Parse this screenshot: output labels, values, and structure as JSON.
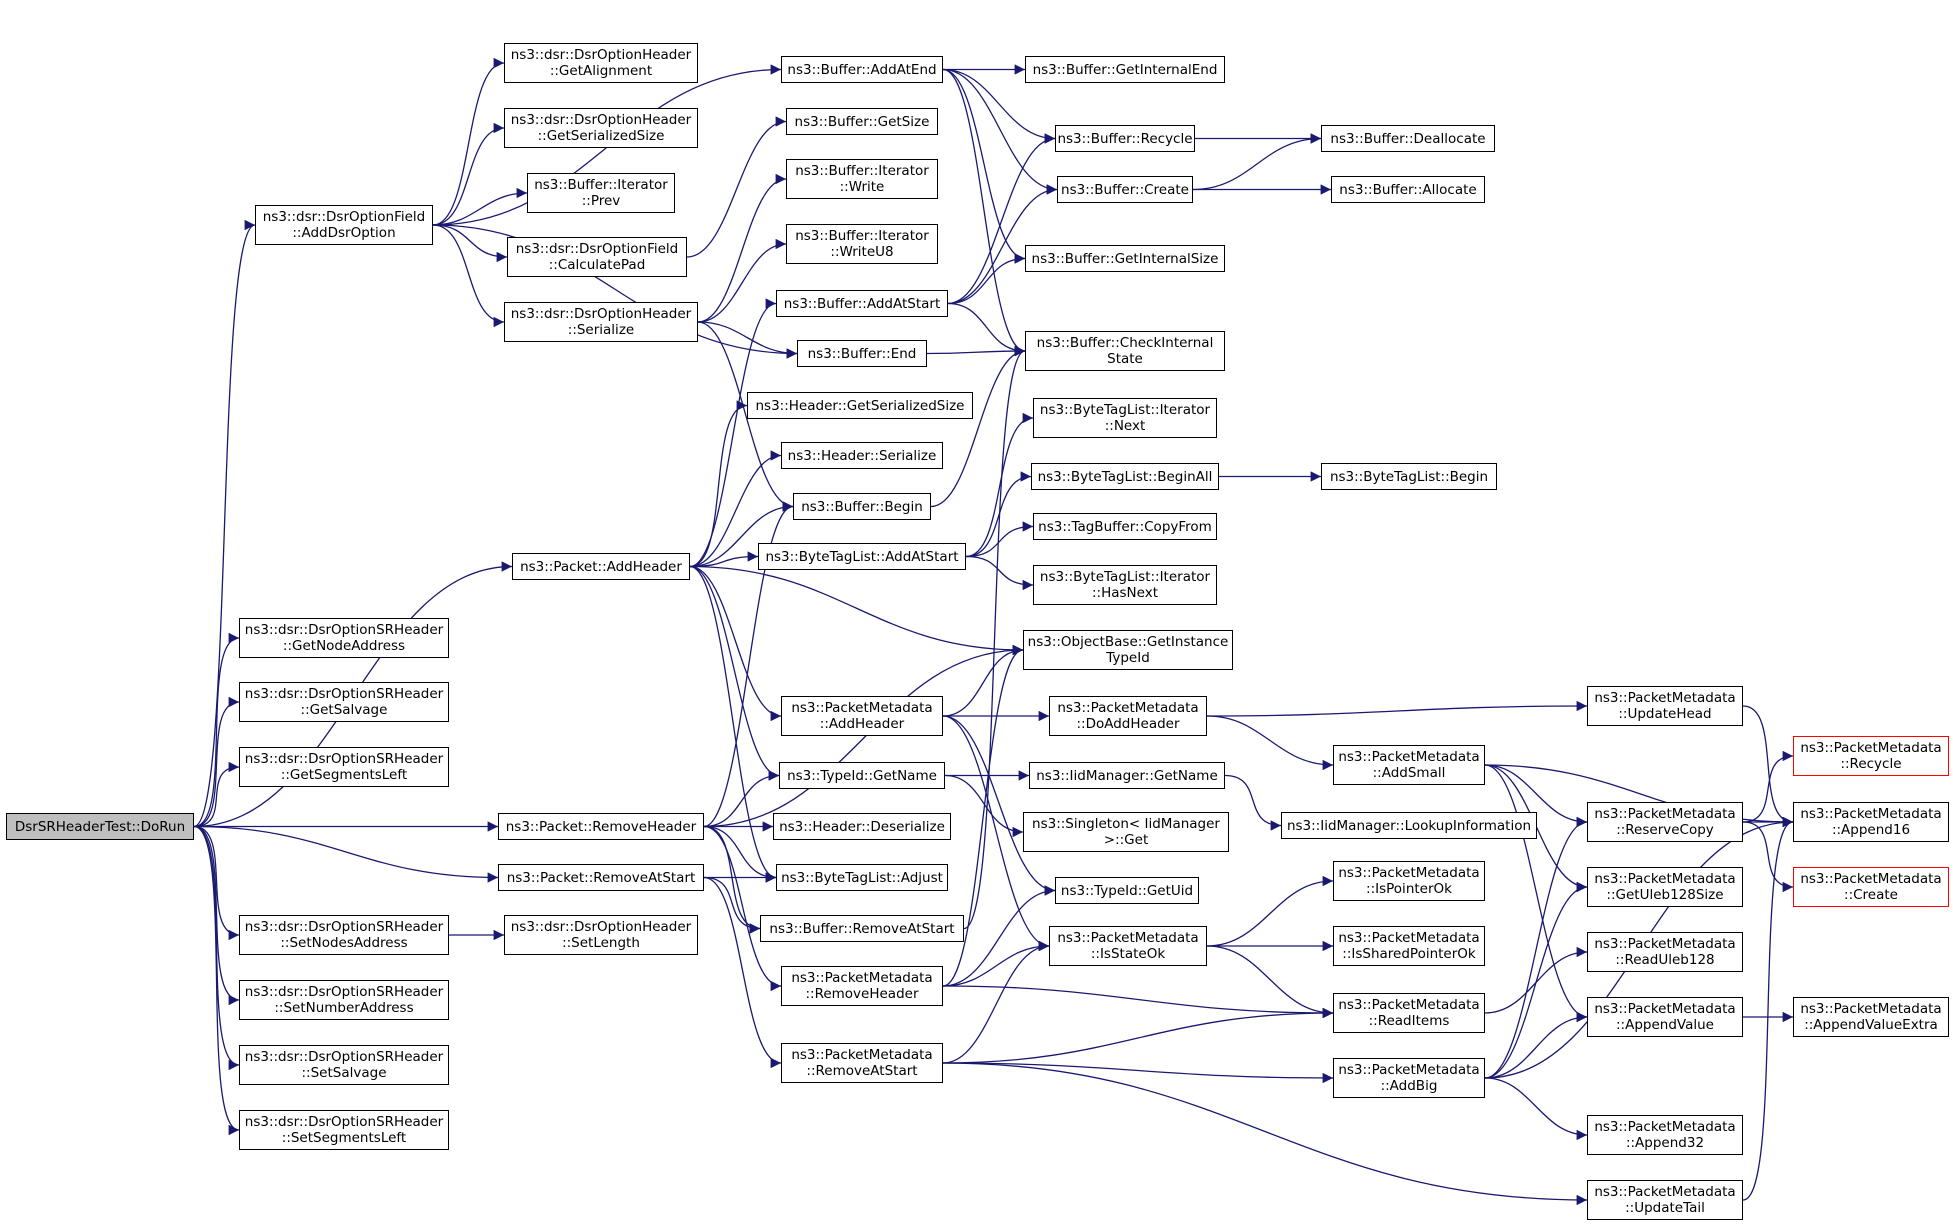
{
  "diagram": {
    "edge_color": "#191970",
    "root_fill": "#bfbfbf",
    "truncated_border": "#ff0000",
    "nodes": [
      {
        "id": "dorun",
        "lines": [
          "DsrSRHeaderTest::DoRun"
        ],
        "root": true
      },
      {
        "id": "adddsroption",
        "lines": [
          "ns3::dsr::DsrOptionField",
          "::AddDsrOption"
        ]
      },
      {
        "id": "getalignment",
        "lines": [
          "ns3::dsr::DsrOptionHeader",
          "::GetAlignment"
        ]
      },
      {
        "id": "getserializedsize_opt",
        "lines": [
          "ns3::dsr::DsrOptionHeader",
          "::GetSerializedSize"
        ]
      },
      {
        "id": "iter_prev",
        "lines": [
          "ns3::Buffer::Iterator",
          "::Prev"
        ]
      },
      {
        "id": "calculatepad",
        "lines": [
          "ns3::dsr::DsrOptionField",
          "::CalculatePad"
        ]
      },
      {
        "id": "opt_serialize",
        "lines": [
          "ns3::dsr::DsrOptionHeader",
          "::Serialize"
        ]
      },
      {
        "id": "getnodeaddress",
        "lines": [
          "ns3::dsr::DsrOptionSRHeader",
          "::GetNodeAddress"
        ]
      },
      {
        "id": "getsalvage",
        "lines": [
          "ns3::dsr::DsrOptionSRHeader",
          "::GetSalvage"
        ]
      },
      {
        "id": "getsegmentsleft",
        "lines": [
          "ns3::dsr::DsrOptionSRHeader",
          "::GetSegmentsLeft"
        ]
      },
      {
        "id": "setnodesaddress",
        "lines": [
          "ns3::dsr::DsrOptionSRHeader",
          "::SetNodesAddress"
        ]
      },
      {
        "id": "setnumberaddress",
        "lines": [
          "ns3::dsr::DsrOptionSRHeader",
          "::SetNumberAddress"
        ]
      },
      {
        "id": "setsalvage",
        "lines": [
          "ns3::dsr::DsrOptionSRHeader",
          "::SetSalvage"
        ]
      },
      {
        "id": "setsegmentsleft",
        "lines": [
          "ns3::dsr::DsrOptionSRHeader",
          "::SetSegmentsLeft"
        ]
      },
      {
        "id": "setlength",
        "lines": [
          "ns3::dsr::DsrOptionHeader",
          "::SetLength"
        ]
      },
      {
        "id": "pkt_addheader",
        "lines": [
          "ns3::Packet::AddHeader"
        ]
      },
      {
        "id": "pkt_removeheader",
        "lines": [
          "ns3::Packet::RemoveHeader"
        ]
      },
      {
        "id": "pkt_removeatstart",
        "lines": [
          "ns3::Packet::RemoveAtStart"
        ]
      },
      {
        "id": "buf_addatend",
        "lines": [
          "ns3::Buffer::AddAtEnd"
        ]
      },
      {
        "id": "buf_getsize",
        "lines": [
          "ns3::Buffer::GetSize"
        ]
      },
      {
        "id": "iter_write",
        "lines": [
          "ns3::Buffer::Iterator",
          "::Write"
        ]
      },
      {
        "id": "iter_writeu8",
        "lines": [
          "ns3::Buffer::Iterator",
          "::WriteU8"
        ]
      },
      {
        "id": "buf_addatstart",
        "lines": [
          "ns3::Buffer::AddAtStart"
        ]
      },
      {
        "id": "buf_end",
        "lines": [
          "ns3::Buffer::End"
        ]
      },
      {
        "id": "hdr_getserializedsize",
        "lines": [
          "ns3::Header::GetSerializedSize"
        ]
      },
      {
        "id": "hdr_serialize",
        "lines": [
          "ns3::Header::Serialize"
        ]
      },
      {
        "id": "buf_begin",
        "lines": [
          "ns3::Buffer::Begin"
        ]
      },
      {
        "id": "btl_addatstart",
        "lines": [
          "ns3::ByteTagList::AddAtStart"
        ]
      },
      {
        "id": "pm_addheader",
        "lines": [
          "ns3::PacketMetadata",
          "::AddHeader"
        ]
      },
      {
        "id": "typeid_getname",
        "lines": [
          "ns3::TypeId::GetName"
        ]
      },
      {
        "id": "hdr_deserialize",
        "lines": [
          "ns3::Header::Deserialize"
        ]
      },
      {
        "id": "btl_adjust",
        "lines": [
          "ns3::ByteTagList::Adjust"
        ]
      },
      {
        "id": "buf_removeatstart",
        "lines": [
          "ns3::Buffer::RemoveAtStart"
        ]
      },
      {
        "id": "pm_removeheader",
        "lines": [
          "ns3::PacketMetadata",
          "::RemoveHeader"
        ]
      },
      {
        "id": "pm_removeatstart",
        "lines": [
          "ns3::PacketMetadata",
          "::RemoveAtStart"
        ]
      },
      {
        "id": "buf_getinternalend",
        "lines": [
          "ns3::Buffer::GetInternalEnd"
        ]
      },
      {
        "id": "buf_recycle",
        "lines": [
          "ns3::Buffer::Recycle"
        ]
      },
      {
        "id": "buf_create",
        "lines": [
          "ns3::Buffer::Create"
        ]
      },
      {
        "id": "buf_getinternalsize",
        "lines": [
          "ns3::Buffer::GetInternalSize"
        ]
      },
      {
        "id": "buf_checkinternalstate",
        "lines": [
          "ns3::Buffer::CheckInternal",
          "State"
        ]
      },
      {
        "id": "btl_iter_next",
        "lines": [
          "ns3::ByteTagList::Iterator",
          "::Next"
        ]
      },
      {
        "id": "btl_beginall",
        "lines": [
          "ns3::ByteTagList::BeginAll"
        ]
      },
      {
        "id": "tagbuffer_copyfrom",
        "lines": [
          "ns3::TagBuffer::CopyFrom"
        ]
      },
      {
        "id": "btl_iter_hasnext",
        "lines": [
          "ns3::ByteTagList::Iterator",
          "::HasNext"
        ]
      },
      {
        "id": "ob_getinstancetypeid",
        "lines": [
          "ns3::ObjectBase::GetInstance",
          "TypeId"
        ]
      },
      {
        "id": "pm_doaddheader",
        "lines": [
          "ns3::PacketMetadata",
          "::DoAddHeader"
        ]
      },
      {
        "id": "iid_getname",
        "lines": [
          "ns3::IidManager::GetName"
        ]
      },
      {
        "id": "singleton_get",
        "lines": [
          "ns3::Singleton< IidManager",
          " >::Get"
        ]
      },
      {
        "id": "typeid_getuid",
        "lines": [
          "ns3::TypeId::GetUid"
        ]
      },
      {
        "id": "pm_isstateok",
        "lines": [
          "ns3::PacketMetadata",
          "::IsStateOk"
        ]
      },
      {
        "id": "buf_deallocate",
        "lines": [
          "ns3::Buffer::Deallocate"
        ]
      },
      {
        "id": "buf_allocate",
        "lines": [
          "ns3::Buffer::Allocate"
        ]
      },
      {
        "id": "btl_begin",
        "lines": [
          "ns3::ByteTagList::Begin"
        ]
      },
      {
        "id": "pm_addsmall",
        "lines": [
          "ns3::PacketMetadata",
          "::AddSmall"
        ]
      },
      {
        "id": "iid_lookupinformation",
        "lines": [
          "ns3::IidManager::LookupInformation"
        ]
      },
      {
        "id": "pm_ispointerok",
        "lines": [
          "ns3::PacketMetadata",
          "::IsPointerOk"
        ]
      },
      {
        "id": "pm_issharedpointerok",
        "lines": [
          "ns3::PacketMetadata",
          "::IsSharedPointerOk"
        ]
      },
      {
        "id": "pm_readitems",
        "lines": [
          "ns3::PacketMetadata",
          "::ReadItems"
        ]
      },
      {
        "id": "pm_addbig",
        "lines": [
          "ns3::PacketMetadata",
          "::AddBig"
        ]
      },
      {
        "id": "pm_updatehead",
        "lines": [
          "ns3::PacketMetadata",
          "::UpdateHead"
        ]
      },
      {
        "id": "pm_reservecopy",
        "lines": [
          "ns3::PacketMetadata",
          "::ReserveCopy"
        ]
      },
      {
        "id": "pm_getuleb128size",
        "lines": [
          "ns3::PacketMetadata",
          "::GetUleb128Size"
        ]
      },
      {
        "id": "pm_readuleb128",
        "lines": [
          "ns3::PacketMetadata",
          "::ReadUleb128"
        ]
      },
      {
        "id": "pm_appendvalue",
        "lines": [
          "ns3::PacketMetadata",
          "::AppendValue"
        ]
      },
      {
        "id": "pm_append32",
        "lines": [
          "ns3::PacketMetadata",
          "::Append32"
        ]
      },
      {
        "id": "pm_updatetail",
        "lines": [
          "ns3::PacketMetadata",
          "::UpdateTail"
        ]
      },
      {
        "id": "pm_recycle",
        "lines": [
          "ns3::PacketMetadata",
          "::Recycle"
        ],
        "truncated": true
      },
      {
        "id": "pm_append16",
        "lines": [
          "ns3::PacketMetadata",
          "::Append16"
        ]
      },
      {
        "id": "pm_create",
        "lines": [
          "ns3::PacketMetadata",
          "::Create"
        ],
        "truncated": true
      },
      {
        "id": "pm_appendvalueextra",
        "lines": [
          "ns3::PacketMetadata",
          "::AppendValueExtra"
        ]
      }
    ],
    "edges": [
      [
        "dorun",
        "adddsroption"
      ],
      [
        "dorun",
        "getnodeaddress"
      ],
      [
        "dorun",
        "getsalvage"
      ],
      [
        "dorun",
        "getsegmentsleft"
      ],
      [
        "dorun",
        "pkt_addheader"
      ],
      [
        "dorun",
        "pkt_removeheader"
      ],
      [
        "dorun",
        "pkt_removeatstart"
      ],
      [
        "dorun",
        "setnodesaddress"
      ],
      [
        "dorun",
        "setnumberaddress"
      ],
      [
        "dorun",
        "setsalvage"
      ],
      [
        "dorun",
        "setsegmentsleft"
      ],
      [
        "adddsroption",
        "buf_addatend"
      ],
      [
        "adddsroption",
        "getalignment"
      ],
      [
        "adddsroption",
        "getserializedsize_opt"
      ],
      [
        "adddsroption",
        "iter_prev"
      ],
      [
        "adddsroption",
        "calculatepad"
      ],
      [
        "adddsroption",
        "opt_serialize"
      ],
      [
        "adddsroption",
        "buf_end"
      ],
      [
        "calculatepad",
        "buf_getsize"
      ],
      [
        "opt_serialize",
        "iter_write"
      ],
      [
        "opt_serialize",
        "iter_writeu8"
      ],
      [
        "opt_serialize",
        "buf_end"
      ],
      [
        "opt_serialize",
        "buf_begin"
      ],
      [
        "setnodesaddress",
        "setlength"
      ],
      [
        "pkt_addheader",
        "buf_addatstart"
      ],
      [
        "pkt_addheader",
        "hdr_getserializedsize"
      ],
      [
        "pkt_addheader",
        "hdr_serialize"
      ],
      [
        "pkt_addheader",
        "buf_begin"
      ],
      [
        "pkt_addheader",
        "btl_addatstart"
      ],
      [
        "pkt_addheader",
        "ob_getinstancetypeid"
      ],
      [
        "pkt_addheader",
        "pm_addheader"
      ],
      [
        "pkt_addheader",
        "typeid_getname"
      ],
      [
        "pkt_addheader",
        "btl_adjust"
      ],
      [
        "pkt_removeheader",
        "buf_begin"
      ],
      [
        "pkt_removeheader",
        "ob_getinstancetypeid"
      ],
      [
        "pkt_removeheader",
        "typeid_getname"
      ],
      [
        "pkt_removeheader",
        "hdr_deserialize"
      ],
      [
        "pkt_removeheader",
        "btl_adjust"
      ],
      [
        "pkt_removeheader",
        "buf_removeatstart"
      ],
      [
        "pkt_removeheader",
        "pm_removeheader"
      ],
      [
        "pkt_removeatstart",
        "btl_adjust"
      ],
      [
        "pkt_removeatstart",
        "buf_removeatstart"
      ],
      [
        "pkt_removeatstart",
        "pm_removeatstart"
      ],
      [
        "buf_addatend",
        "buf_getinternalend"
      ],
      [
        "buf_addatend",
        "buf_recycle"
      ],
      [
        "buf_addatend",
        "buf_create"
      ],
      [
        "buf_addatend",
        "buf_getinternalsize"
      ],
      [
        "buf_addatend",
        "buf_checkinternalstate"
      ],
      [
        "buf_addatstart",
        "buf_recycle"
      ],
      [
        "buf_addatstart",
        "buf_create"
      ],
      [
        "buf_addatstart",
        "buf_getinternalsize"
      ],
      [
        "buf_addatstart",
        "buf_checkinternalstate"
      ],
      [
        "buf_end",
        "buf_checkinternalstate"
      ],
      [
        "buf_begin",
        "buf_checkinternalstate"
      ],
      [
        "buf_removeatstart",
        "buf_checkinternalstate"
      ],
      [
        "buf_recycle",
        "buf_deallocate"
      ],
      [
        "buf_create",
        "buf_deallocate"
      ],
      [
        "buf_create",
        "buf_allocate"
      ],
      [
        "btl_addatstart",
        "btl_iter_next"
      ],
      [
        "btl_addatstart",
        "btl_beginall"
      ],
      [
        "btl_addatstart",
        "tagbuffer_copyfrom"
      ],
      [
        "btl_addatstart",
        "btl_iter_hasnext"
      ],
      [
        "btl_beginall",
        "btl_begin"
      ],
      [
        "pm_addheader",
        "ob_getinstancetypeid"
      ],
      [
        "pm_addheader",
        "pm_doaddheader"
      ],
      [
        "pm_addheader",
        "typeid_getuid"
      ],
      [
        "pm_addheader",
        "pm_isstateok"
      ],
      [
        "typeid_getname",
        "iid_getname"
      ],
      [
        "typeid_getname",
        "singleton_get"
      ],
      [
        "iid_getname",
        "iid_lookupinformation"
      ],
      [
        "pm_doaddheader",
        "pm_updatehead"
      ],
      [
        "pm_doaddheader",
        "pm_addsmall"
      ],
      [
        "pm_removeheader",
        "ob_getinstancetypeid"
      ],
      [
        "pm_removeheader",
        "typeid_getuid"
      ],
      [
        "pm_removeheader",
        "pm_isstateok"
      ],
      [
        "pm_removeheader",
        "pm_readitems"
      ],
      [
        "pm_removeatstart",
        "pm_isstateok"
      ],
      [
        "pm_removeatstart",
        "pm_readitems"
      ],
      [
        "pm_removeatstart",
        "pm_addbig"
      ],
      [
        "pm_removeatstart",
        "pm_updatetail"
      ],
      [
        "pm_isstateok",
        "pm_ispointerok"
      ],
      [
        "pm_isstateok",
        "pm_issharedpointerok"
      ],
      [
        "pm_isstateok",
        "pm_readitems"
      ],
      [
        "pm_addsmall",
        "pm_reservecopy"
      ],
      [
        "pm_addsmall",
        "pm_getuleb128size"
      ],
      [
        "pm_addsmall",
        "pm_appendvalue"
      ],
      [
        "pm_addsmall",
        "pm_append16"
      ],
      [
        "pm_readitems",
        "pm_readuleb128"
      ],
      [
        "pm_addbig",
        "pm_reservecopy"
      ],
      [
        "pm_addbig",
        "pm_getuleb128size"
      ],
      [
        "pm_addbig",
        "pm_appendvalue"
      ],
      [
        "pm_addbig",
        "pm_append32"
      ],
      [
        "pm_addbig",
        "pm_append16"
      ],
      [
        "pm_updatehead",
        "pm_append16"
      ],
      [
        "pm_updatetail",
        "pm_append16"
      ],
      [
        "pm_reservecopy",
        "pm_recycle"
      ],
      [
        "pm_reservecopy",
        "pm_append16"
      ],
      [
        "pm_reservecopy",
        "pm_create"
      ],
      [
        "pm_appendvalue",
        "pm_appendvalueextra"
      ]
    ]
  }
}
